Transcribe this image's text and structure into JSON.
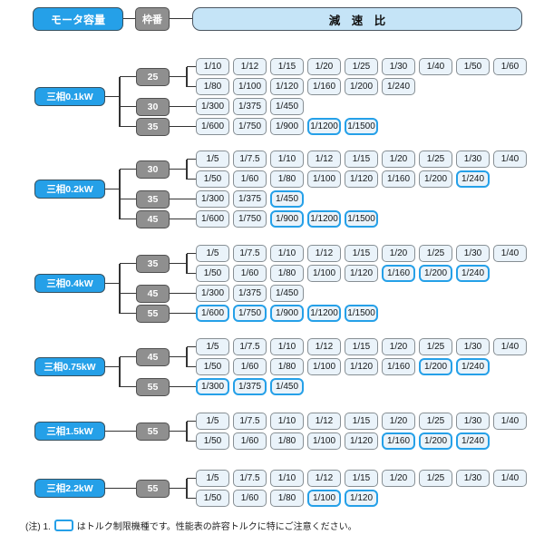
{
  "header": {
    "motor_label": "モータ容量",
    "frame_label": "枠番",
    "ratio_label": "減　速　比"
  },
  "colors": {
    "accent_blue": "#25a0e8",
    "header_bar_fill": "#c5e4f7",
    "ratio_box_fill": "#eaf3fa",
    "frame_gray": "#8f8f8f"
  },
  "blocks": [
    {
      "motor": "三相0.1kW",
      "frames": [
        {
          "label": "25",
          "rows": [
            [
              "1/10",
              "1/12",
              "1/15",
              "1/20",
              "1/25",
              "1/30",
              "1/40",
              "1/50",
              "1/60"
            ],
            [
              "1/80",
              "1/100",
              "1/120",
              "1/160",
              "1/200",
              "1/240"
            ]
          ],
          "limited": []
        },
        {
          "label": "30",
          "rows": [
            [
              "1/300",
              "1/375",
              "1/450"
            ]
          ],
          "limited": []
        },
        {
          "label": "35",
          "rows": [
            [
              "1/600",
              "1/750",
              "1/900",
              "1/1200",
              "1/1500"
            ]
          ],
          "limited": [
            "1/1200",
            "1/1500"
          ]
        }
      ]
    },
    {
      "motor": "三相0.2kW",
      "frames": [
        {
          "label": "30",
          "rows": [
            [
              "1/5",
              "1/7.5",
              "1/10",
              "1/12",
              "1/15",
              "1/20",
              "1/25",
              "1/30",
              "1/40"
            ],
            [
              "1/50",
              "1/60",
              "1/80",
              "1/100",
              "1/120",
              "1/160",
              "1/200",
              "1/240"
            ]
          ],
          "limited": [
            "1/240"
          ]
        },
        {
          "label": "35",
          "rows": [
            [
              "1/300",
              "1/375",
              "1/450"
            ]
          ],
          "limited": [
            "1/450"
          ]
        },
        {
          "label": "45",
          "rows": [
            [
              "1/600",
              "1/750",
              "1/900",
              "1/1200",
              "1/1500"
            ]
          ],
          "limited": [
            "1/900",
            "1/1200",
            "1/1500"
          ]
        }
      ]
    },
    {
      "motor": "三相0.4kW",
      "frames": [
        {
          "label": "35",
          "rows": [
            [
              "1/5",
              "1/7.5",
              "1/10",
              "1/12",
              "1/15",
              "1/20",
              "1/25",
              "1/30",
              "1/40"
            ],
            [
              "1/50",
              "1/60",
              "1/80",
              "1/100",
              "1/120",
              "1/160",
              "1/200",
              "1/240"
            ]
          ],
          "limited": [
            "1/160",
            "1/200",
            "1/240"
          ]
        },
        {
          "label": "45",
          "rows": [
            [
              "1/300",
              "1/375",
              "1/450"
            ]
          ],
          "limited": []
        },
        {
          "label": "55",
          "rows": [
            [
              "1/600",
              "1/750",
              "1/900",
              "1/1200",
              "1/1500"
            ]
          ],
          "limited": [
            "1/600",
            "1/750",
            "1/900",
            "1/1200",
            "1/1500"
          ]
        }
      ]
    },
    {
      "motor": "三相0.75kW",
      "frames": [
        {
          "label": "45",
          "rows": [
            [
              "1/5",
              "1/7.5",
              "1/10",
              "1/12",
              "1/15",
              "1/20",
              "1/25",
              "1/30",
              "1/40"
            ],
            [
              "1/50",
              "1/60",
              "1/80",
              "1/100",
              "1/120",
              "1/160",
              "1/200",
              "1/240"
            ]
          ],
          "limited": [
            "1/200",
            "1/240"
          ]
        },
        {
          "label": "55",
          "rows": [
            [
              "1/300",
              "1/375",
              "1/450"
            ]
          ],
          "limited": [
            "1/300",
            "1/375",
            "1/450"
          ]
        }
      ]
    },
    {
      "motor": "三相1.5kW",
      "frames": [
        {
          "label": "55",
          "rows": [
            [
              "1/5",
              "1/7.5",
              "1/10",
              "1/12",
              "1/15",
              "1/20",
              "1/25",
              "1/30",
              "1/40"
            ],
            [
              "1/50",
              "1/60",
              "1/80",
              "1/100",
              "1/120",
              "1/160",
              "1/200",
              "1/240"
            ]
          ],
          "limited": [
            "1/160",
            "1/200",
            "1/240"
          ]
        }
      ]
    },
    {
      "motor": "三相2.2kW",
      "frames": [
        {
          "label": "55",
          "rows": [
            [
              "1/5",
              "1/7.5",
              "1/10",
              "1/12",
              "1/15",
              "1/20",
              "1/25",
              "1/30",
              "1/40"
            ],
            [
              "1/50",
              "1/60",
              "1/80",
              "1/100",
              "1/120"
            ]
          ],
          "limited": [
            "1/100",
            "1/120"
          ]
        }
      ]
    }
  ],
  "footnote": {
    "prefix": "(注) 1.",
    "text": "はトルク制限機種です。性能表の許容トルクに特にご注意ください。"
  }
}
